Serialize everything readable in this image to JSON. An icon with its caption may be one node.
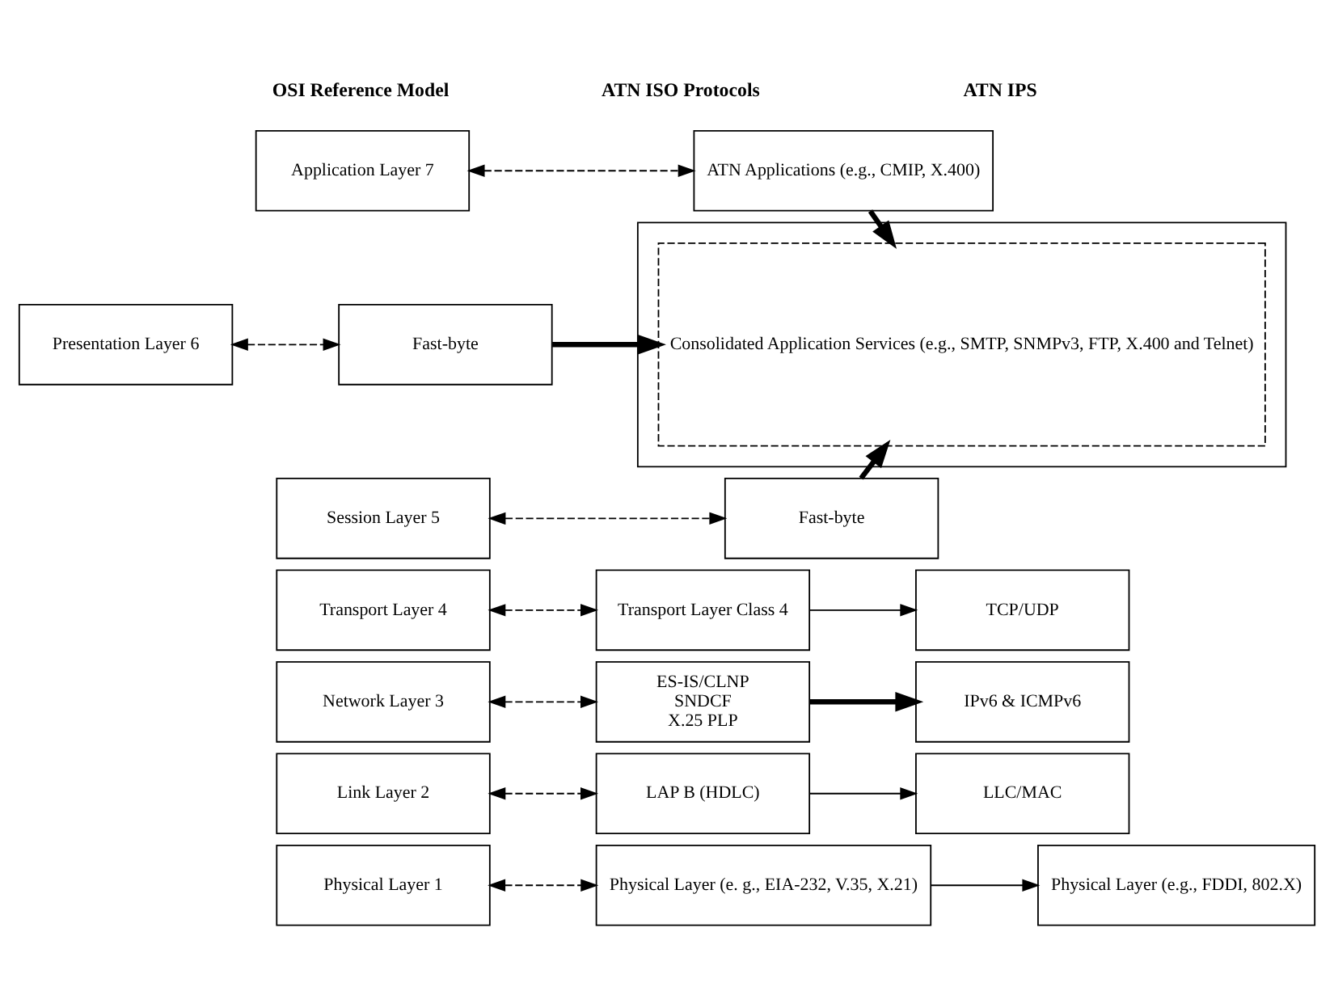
{
  "diagram": {
    "nodes": [
      {
        "text": [
          "Application Layer 7"
        ]
      },
      {
        "text": [
          "Presentation Layer 6"
        ]
      },
      {
        "text": [
          "Session Layer 5"
        ]
      },
      {
        "text": [
          "Transport Layer 4"
        ]
      },
      {
        "text": [
          "Network Layer 3"
        ]
      },
      {
        "text": [
          "Link Layer 2"
        ]
      },
      {
        "text": [
          "Physical Layer 1"
        ]
      },
      {
        "text": [
          "ATN Applications (e.g., CMIP, X.400)"
        ]
      },
      {
        "text": [
          "Fast-byte"
        ]
      },
      {
        "text": [
          "Fast-byte"
        ]
      },
      {
        "text": [
          "Transport Layer Class 4"
        ]
      },
      {
        "text": [
          "ES-IS/CLNP",
          "SNDCF",
          "X.25 PLP"
        ]
      },
      {
        "text": [
          "LAP B (HDLC)"
        ]
      },
      {
        "text": [
          "Physical Layer (e. g., EIA-232, V.35, X.21)"
        ]
      },
      {
        "text": [],
        "shape": "box"
      },
      {
        "text": [
          "Consolidated Application Services (e.g., SMTP, SNMPv3, FTP, X.400 and Telnet)"
        ],
        "in": 14
      },
      {
        "text": [
          "TCP/UDP"
        ]
      },
      {
        "text": [
          "IPv6 & ICMPv6"
        ]
      },
      {
        "text": [
          "LLC/MAC"
        ]
      },
      {
        "text": [
          "Physical Layer (e.g., FDDI, 802.X)"
        ]
      }
    ],
    "edges": [
      {
        "from": 0,
        "to": 7,
        "arrow": "both",
        "style": "dashed"
      },
      {
        "from": 1,
        "to": 8,
        "arrow": "both",
        "style": "dashed"
      },
      {
        "from": 2,
        "to": 9,
        "arrow": "both",
        "style": "dashed"
      },
      {
        "from": 3,
        "to": 10,
        "arrow": "both",
        "style": "dashed"
      },
      {
        "from": 4,
        "to": 11,
        "arrow": "both",
        "style": "dashed"
      },
      {
        "from": 5,
        "to": 12,
        "arrow": "both",
        "style": "dashed"
      },
      {
        "from": 6,
        "to": 13,
        "arrow": "both",
        "style": "dashed"
      },
      {
        "from": 7,
        "to": 15,
        "arrow": "to",
        "style": "thick"
      },
      {
        "from": 8,
        "to": 15,
        "arrow": "to",
        "style": "thick"
      },
      {
        "from": 9,
        "to": 15,
        "arrow": "to",
        "style": "thick"
      },
      {
        "from": 10,
        "to": 16,
        "arrow": "to"
      },
      {
        "from": 11,
        "to": 17,
        "arrow": "to",
        "style": "thick"
      },
      {
        "from": 12,
        "to": 18,
        "arrow": "to"
      },
      {
        "from": 13,
        "to": 19,
        "arrow": "to"
      }
    ],
    "labels": [
      "OSI Reference Model",
      "ATN ISO Protocols",
      "ATN IPS"
    ]
  }
}
